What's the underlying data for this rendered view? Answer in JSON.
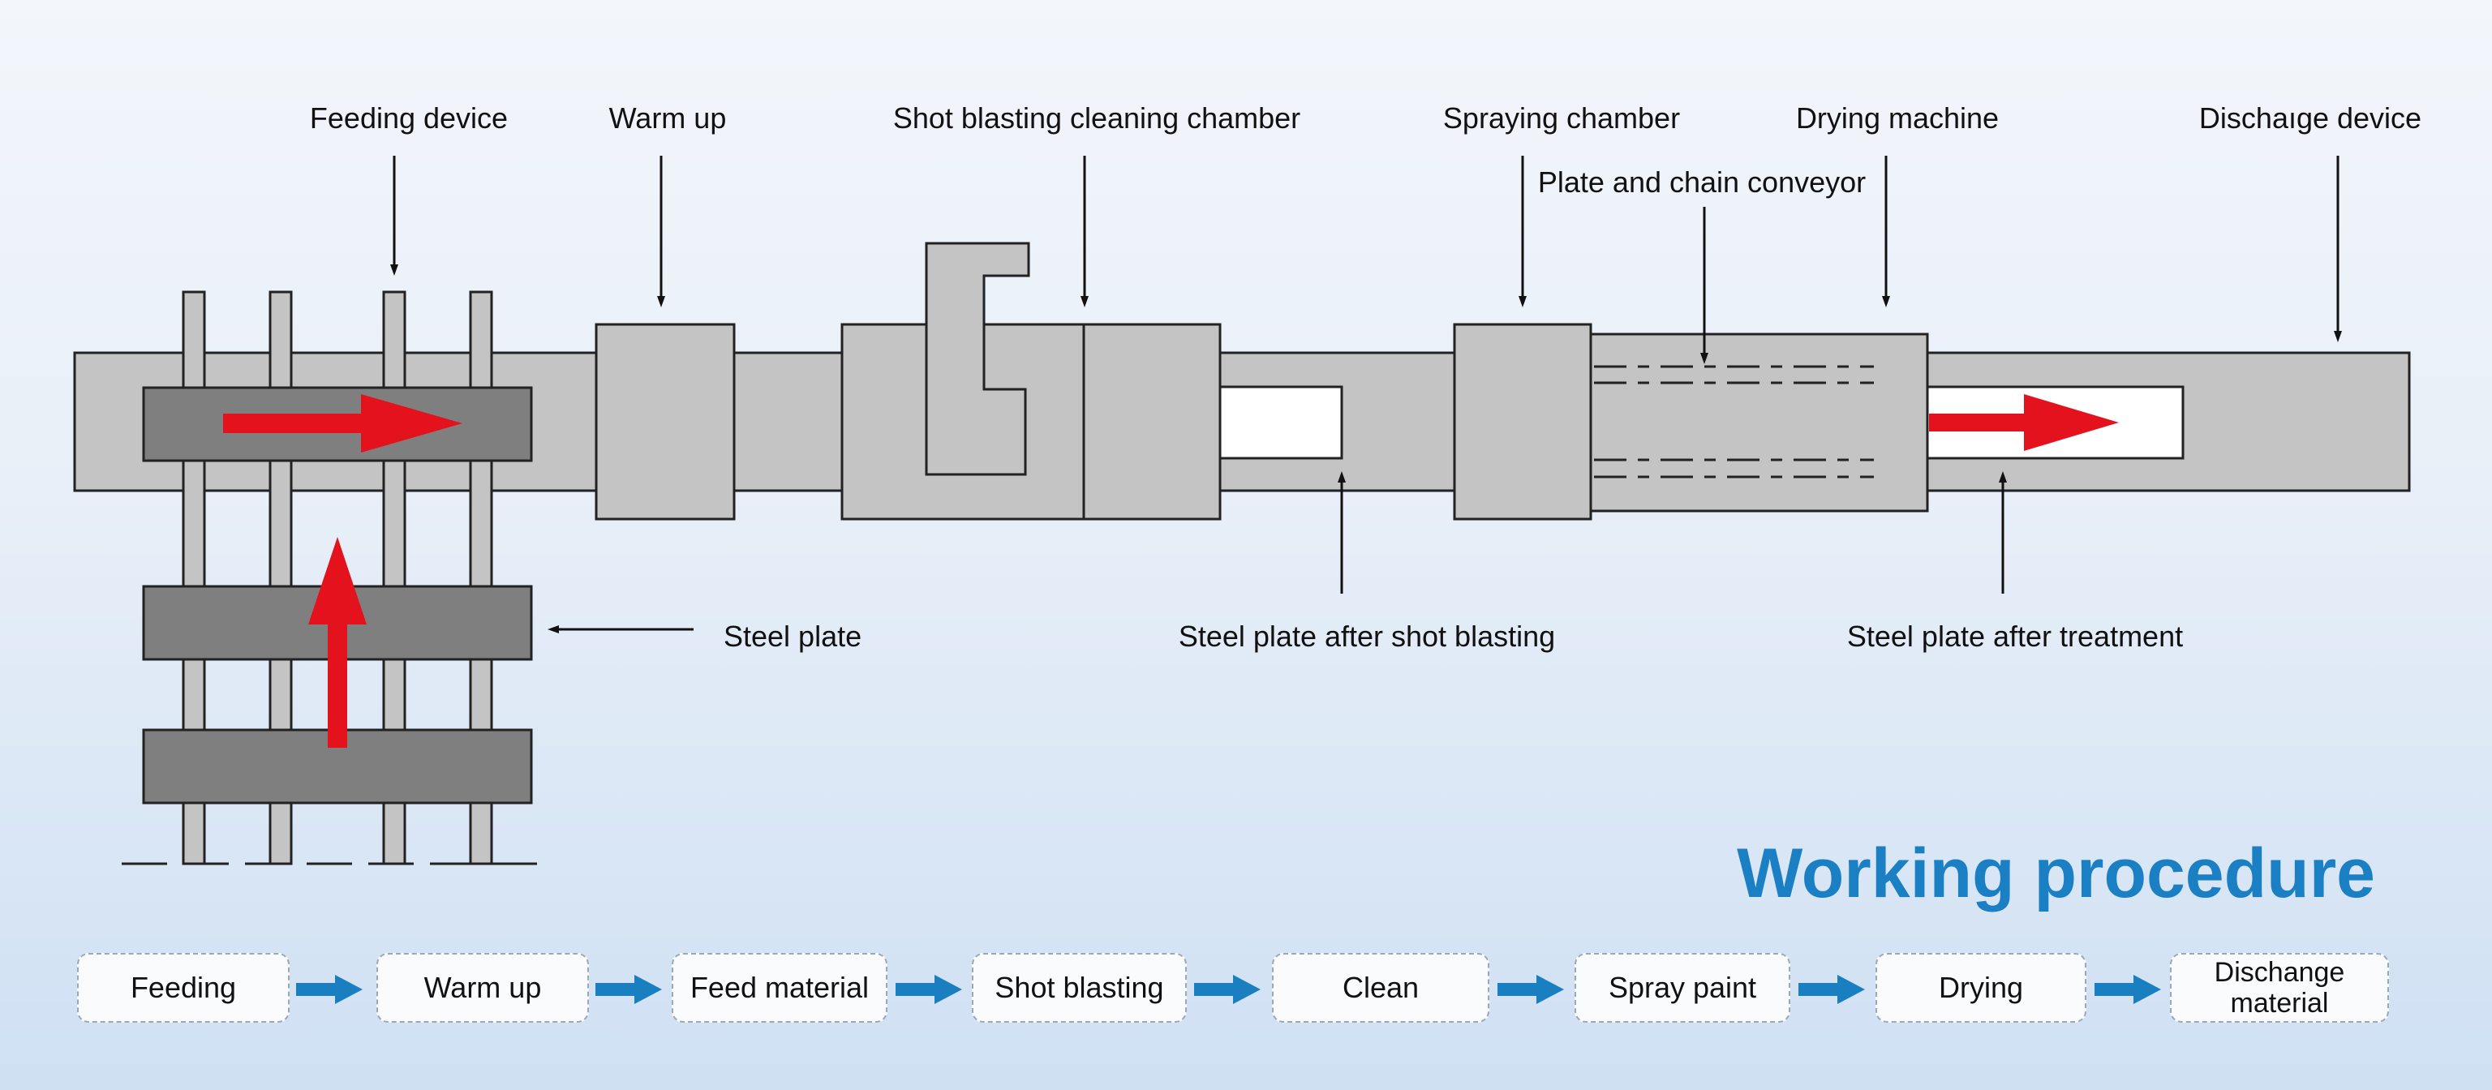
{
  "callouts": {
    "feeding_device": "Feeding device",
    "warm_up": "Warm up",
    "shot_blasting_cleaning_chamber": "Shot blasting cleaning chamber",
    "spraying_chamber": "Spraying chamber",
    "drying_machine": "Drying machine",
    "discharge_device": "Dischaıge device",
    "plate_and_chain_conveyor": "Plate and chain conveyor",
    "steel_plate": "Steel plate",
    "steel_plate_after_shot_blasting": "Steel plate after shot blasting",
    "steel_plate_after_treatment": "Steel plate after treatment"
  },
  "procedure": {
    "title": "Working procedure",
    "steps": [
      {
        "label": "Feeding"
      },
      {
        "label": "Warm up"
      },
      {
        "label": "Feed material"
      },
      {
        "label": "Shot blasting"
      },
      {
        "label": "Clean"
      },
      {
        "label": "Spray paint"
      },
      {
        "label": "Drying"
      },
      {
        "label": "Dischange material"
      }
    ]
  },
  "colors": {
    "machine_fill": "#c4c4c4",
    "plate_fill": "#7f7f7f",
    "arrow_red": "#e3121c",
    "title_blue": "#1b7fc4",
    "flow_arrow_blue": "#1a7fc1"
  }
}
